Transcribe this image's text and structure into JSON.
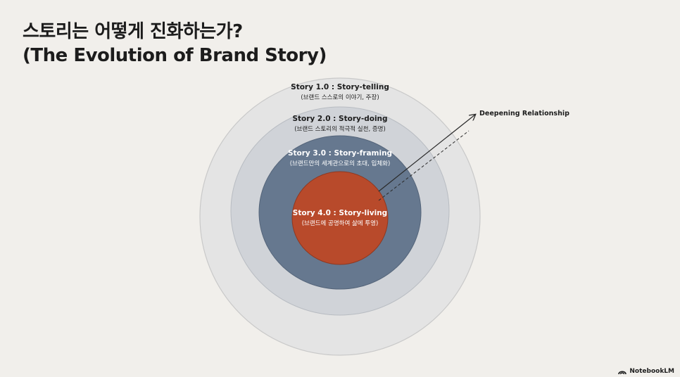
{
  "title": {
    "line1": "스토리는 어떻게 진화하는가?",
    "line2": "(The Evolution of Brand Story)"
  },
  "rings": [
    {
      "title": "Story 1.0 : Story-telling",
      "subtitle": "(브랜드 스스로의 이야기, 주장)",
      "fill": "#e4e4e4",
      "text_color": "#1c1c1c"
    },
    {
      "title": "Story 2.0 : Story-doing",
      "subtitle": "(브랜드 스토리의 적극적 실천, 증명)",
      "fill": "#d0d3d8",
      "text_color": "#1c1c1c"
    },
    {
      "title": "Story 3.0 : Story-framing",
      "subtitle": "(브랜드만의 세계관으로의 초대, 입체화)",
      "fill": "#66788f",
      "text_color": "#ffffff"
    },
    {
      "title": "Story 4.0 : Story-living",
      "subtitle": "(브랜드에 공명하여 삶에 투영)",
      "fill": "#b84a2b",
      "text_color": "#ffffff"
    }
  ],
  "arrow": {
    "label": "Deepening Relationship"
  },
  "branding": {
    "label": "NotebookLM"
  }
}
